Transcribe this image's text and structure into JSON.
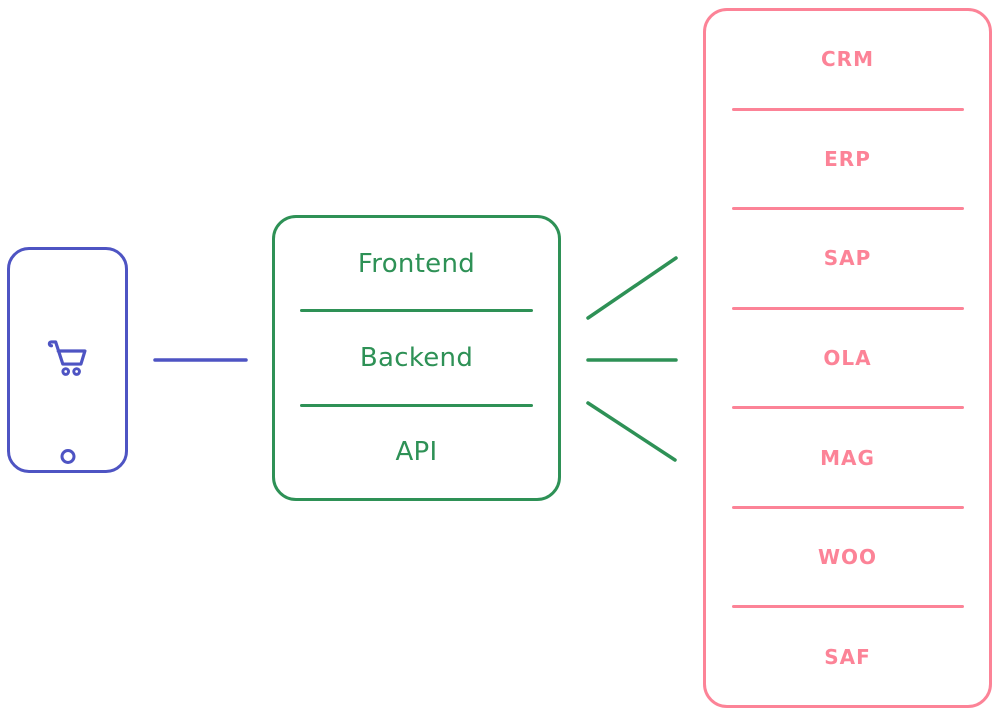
{
  "colors": {
    "purple": "#4e54c3",
    "green": "#2e9156",
    "pink": "#fc8397"
  },
  "phone": {
    "icons": [
      "shopping-cart-icon",
      "home-button-icon"
    ]
  },
  "app_box": {
    "items": [
      {
        "label": "Frontend"
      },
      {
        "label": "Backend"
      },
      {
        "label": "API"
      }
    ]
  },
  "systems_box": {
    "items": [
      {
        "label": "CRM"
      },
      {
        "label": "ERP"
      },
      {
        "label": "SAP"
      },
      {
        "label": "OLA"
      },
      {
        "label": "MAG"
      },
      {
        "label": "WOO"
      },
      {
        "label": "SAF"
      }
    ]
  }
}
